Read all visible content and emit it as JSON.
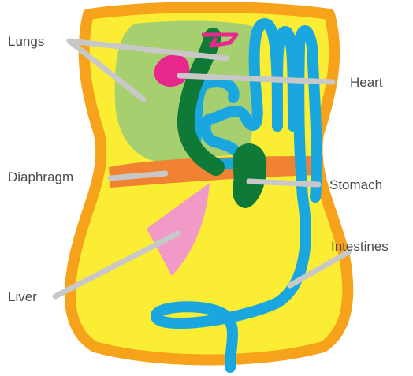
{
  "labels": {
    "lungs": "Lungs",
    "heart": "Heart",
    "diaphragm": "Diaphragm",
    "stomach": "Stomach",
    "intestines": "Intestines",
    "liver": "Liver"
  },
  "colors": {
    "body_outline": "#f7a21b",
    "body_fill": "#fbed34",
    "lungs": "#a6cf6f",
    "heart": "#e8278d",
    "diaphragm": "#f08232",
    "liver": "#f29ac7",
    "esophagus_stomach": "#0f7a38",
    "intestines": "#1aa7df",
    "leader_lines": "#c8c8c8",
    "label_text": "#4a4a4a"
  }
}
